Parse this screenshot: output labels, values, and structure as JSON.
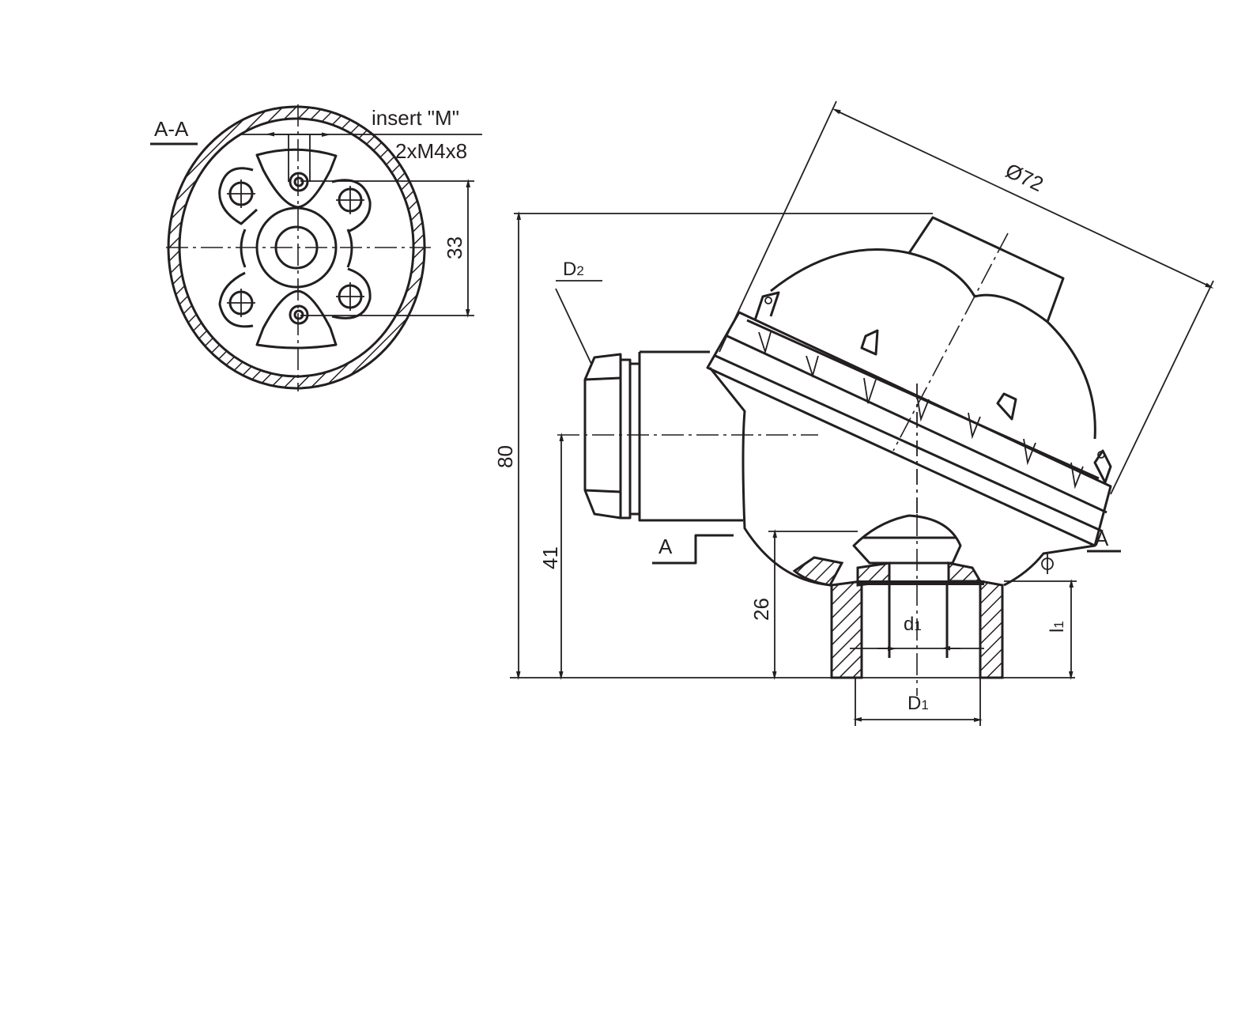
{
  "section_view": {
    "title": "A-A",
    "insert_label": "insert \"M\"",
    "screw_label": "2xM4x8",
    "dim_33": "33"
  },
  "side_view": {
    "dim_diameter": "Ø72",
    "gland_label": {
      "main": "D",
      "sub": "2"
    },
    "dim_80": "80",
    "dim_41": "41",
    "dim_26": "26",
    "inner_dia": {
      "main": "d",
      "sub": "1"
    },
    "thread_len": {
      "main": "l",
      "sub": "1"
    },
    "outer_dia": {
      "main": "D",
      "sub": "1"
    },
    "section_mark_left": "A",
    "section_mark_right": "A"
  },
  "colors": {
    "ink": "#231f20",
    "paper": "#ffffff"
  }
}
